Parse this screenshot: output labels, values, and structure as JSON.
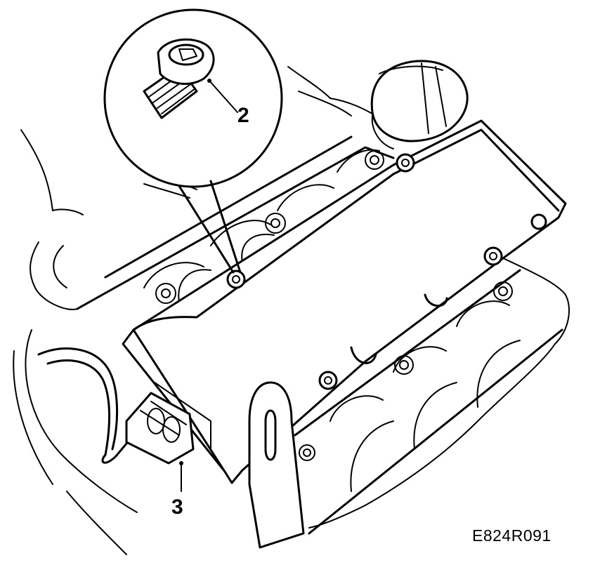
{
  "figure": {
    "code": "E824R091",
    "callouts": {
      "bolt": "2",
      "connector": "3"
    }
  }
}
